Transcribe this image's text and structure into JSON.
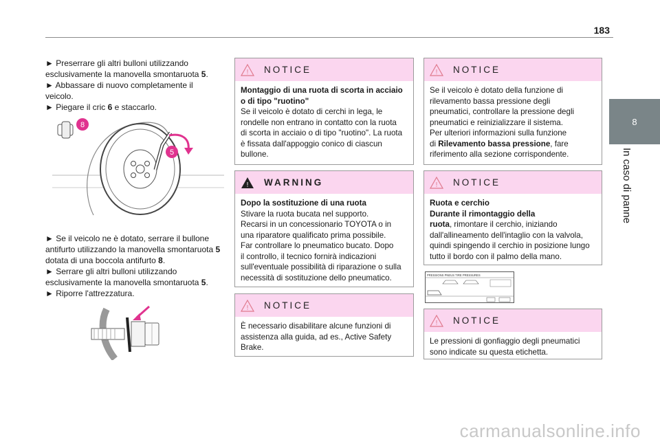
{
  "header": {
    "page_number": "183"
  },
  "side_tab": {
    "chapter": "8",
    "label": "In caso di panne"
  },
  "left_column": {
    "block1": [
      "► Preserrare gli altri bulloni utilizzando",
      "esclusivamente la manovella smontaruota ",
      "5",
      ".",
      "► Abbassare di nuovo completamente il",
      "veicolo.",
      "► Piegare il cric ",
      "6",
      " e staccarlo."
    ],
    "figure1": {
      "label_8": "8",
      "label_5": "5"
    },
    "block2": [
      "► Se il veicolo ne è dotato, serrare il bullone",
      "antifurto utilizzando la manovella smontaruota ",
      "5",
      "dotata di una boccola antifurto ",
      "8",
      ".",
      "► Serrare gli altri bulloni utilizzando",
      "esclusivamente la manovella smontaruota ",
      "5",
      ".",
      "► Riporre l'attrezzatura."
    ]
  },
  "middle_column": {
    "notice1": {
      "heading": "NOTICE",
      "bold_lines": [
        "Montaggio di una ruota di scorta in acciaio",
        "o di tipo \"ruotino\""
      ],
      "lines": [
        "Se il veicolo è dotato di cerchi in lega, le",
        "rondelle non entrano in contatto con la ruota",
        "di scorta in acciaio o di tipo \"ruotino\". La ruota",
        "è fissata dall'appoggio conico di ciascun",
        "bullone."
      ]
    },
    "warning": {
      "heading": "WARNING",
      "bold_line": "Dopo la sostituzione di una ruota",
      "lines": [
        "Stivare la ruota bucata nel supporto.",
        "Recarsi in un concessionario TOYOTA o in",
        "una riparatore qualificato prima possibile.",
        "Far controllare lo pneumatico bucato. Dopo",
        "il controllo, il tecnico fornirà indicazioni",
        "sull'eventuale possibilità di riparazione o sulla",
        "necessità di sostituzione dello pneumatico."
      ]
    },
    "notice2": {
      "heading": "NOTICE",
      "lines": [
        "È necessario disabilitare alcune funzioni di",
        "assistenza alla guida, ad es., Active Safety",
        "Brake."
      ]
    }
  },
  "right_column": {
    "notice3": {
      "heading": "NOTICE",
      "lines": [
        "Se il veicolo è dotato della funzione di",
        "rilevamento bassa pressione degli",
        "pneumatici, controllare la pressione degli",
        "pneumatici e reinizializzare il sistema.",
        "Per ulteriori informazioni sulla funzione"
      ],
      "pre_bold": "di ",
      "bold_term": "Rilevamento bassa pressione",
      "post_bold": ", fare",
      "last_line": "riferimento alla sezione corrispondente."
    },
    "notice4": {
      "heading": "NOTICE",
      "bold_lines": [
        "Ruota e cerchio",
        "Durante il rimontaggio della"
      ],
      "bold_word": "ruota",
      "after_bold": ", rimontare il cerchio, iniziando",
      "lines": [
        "dall'allineamento dell'intaglio con la valvola,",
        "quindi spingendo il cerchio in posizione lungo",
        "tutto il bordo con il palmo della mano."
      ]
    },
    "tyre_label": {
      "caption": "PRESSIONS PNEUS TIRE PRESSURES"
    },
    "notice5": {
      "heading": "NOTICE",
      "lines": [
        "Le pressioni di gonfiaggio degli pneumatici",
        "sono indicate su questa etichetta."
      ]
    }
  },
  "watermark": {
    "text": "carmanualsonline.info"
  },
  "colors": {
    "notice_header": "#fbd6ef",
    "accent_pink": "#e0338f",
    "tab_gray": "#7a8588"
  }
}
